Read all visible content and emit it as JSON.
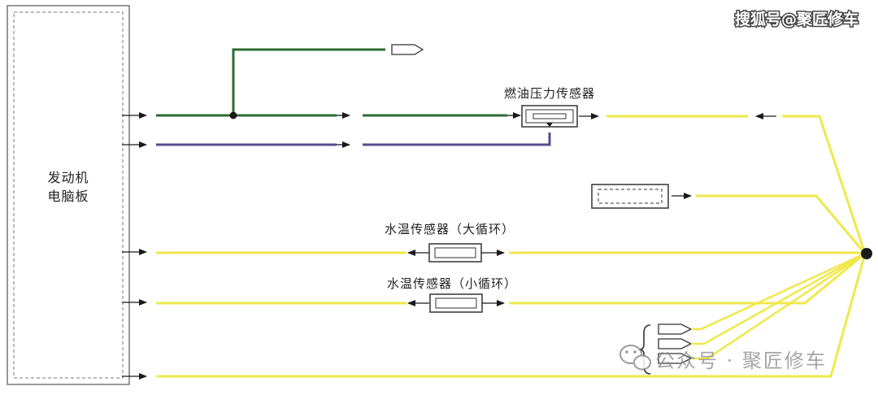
{
  "ecu": {
    "line1": "发动机",
    "line2": "电脑板"
  },
  "components": {
    "fuel_pressure_sensor": "燃油压力传感器",
    "coolant_sensor_large": "水温传感器（大循环）",
    "coolant_sensor_small": "水温传感器（小循环）"
  },
  "watermark": {
    "brand": "搜狐号@聚匠修车",
    "wechat": "公众号 · 聚匠修车"
  },
  "colors": {
    "green_wire": "#2e6b34",
    "purple_wire": "#5a4a8c",
    "yellow_wire": "#f0e84a",
    "black": "#1a1a1a"
  }
}
